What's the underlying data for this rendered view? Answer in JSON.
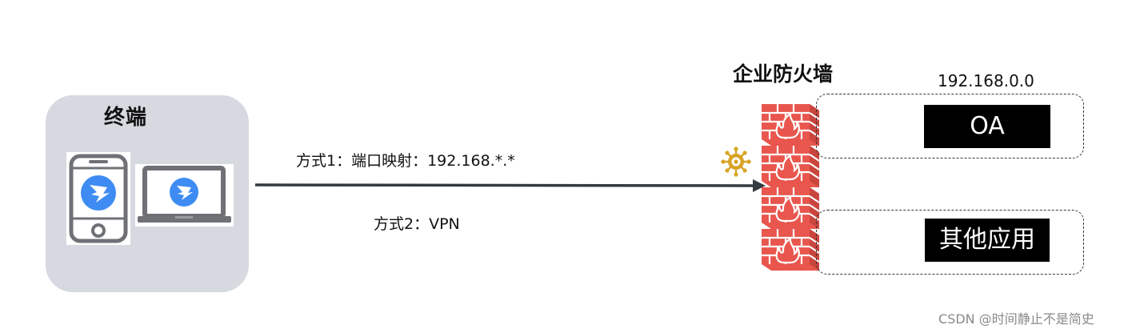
{
  "terminal": {
    "title": "终端",
    "devices": [
      {
        "name": "phone",
        "icon": "dingtalk-phone-icon"
      },
      {
        "name": "laptop",
        "icon": "dingtalk-laptop-icon"
      }
    ]
  },
  "routes": {
    "method1": "方式1：端口映射：192.168.*.*",
    "method2": "方式2：VPN"
  },
  "firewall": {
    "title": "企业防火墙",
    "icon": "brick-firewall-icon",
    "threat_icon": "virus-icon"
  },
  "network": {
    "subnet": "192.168.0.0",
    "apps": [
      {
        "label": "OA"
      },
      {
        "label": "其他应用"
      }
    ]
  },
  "watermark": "CSDN @时间静止不是简史",
  "colors": {
    "terminal_bg": "#d6d9e0",
    "device_frame": "#6f7177",
    "brand_blue": "#3e8cf3",
    "arrow": "#333a40",
    "brick": "#e8564d",
    "mortar": "#ffffff",
    "virus": "#d8a424",
    "app_box": "#000000"
  }
}
